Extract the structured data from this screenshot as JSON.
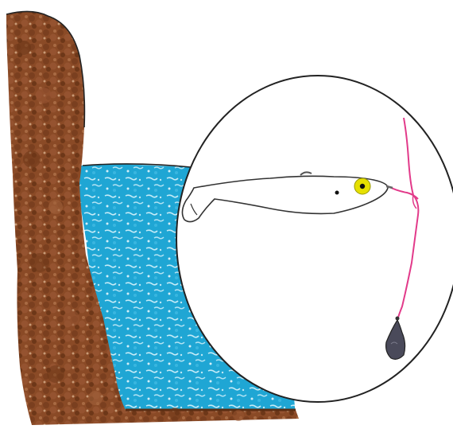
{
  "illustration": {
    "kind": "hand-drawn sketch",
    "colors": {
      "soil": "#8a4a26",
      "soil_dark": "#6d3718",
      "water": "#1fa6d4",
      "water_highlight": "#d8f3fb",
      "outline": "#222222",
      "lure_eye": "#e6e000",
      "line": "#e23a8a",
      "sinker": "#4a4a5a"
    },
    "elements": [
      "soil-bank",
      "water-pool",
      "magnifier-circle",
      "soft-plastic-lure",
      "fishing-line",
      "drop-shot-sinker"
    ]
  }
}
